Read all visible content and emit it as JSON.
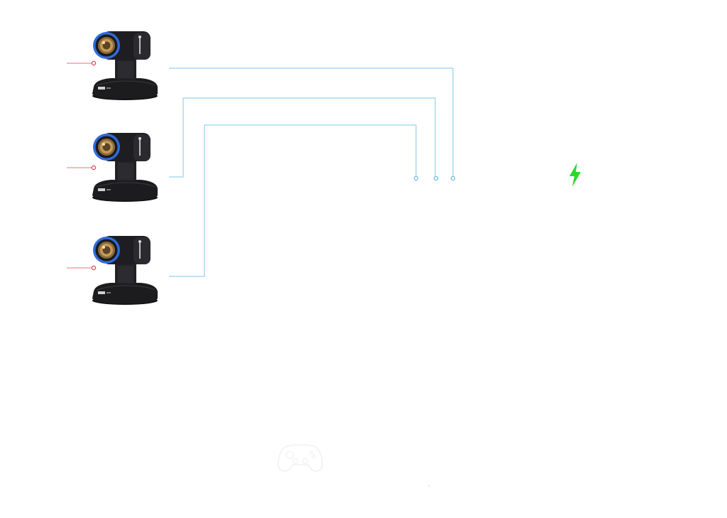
{
  "colors": {
    "cable": "#7cc7ea",
    "control_line": "#e8707a",
    "lens_ring": "#2f6bdc",
    "camera_body": "#1c1c1f",
    "power_icon": "#2bd82b",
    "gamepad": "#ededed"
  },
  "cameras": [
    {
      "name": "camera-1",
      "brand_label": ""
    },
    {
      "name": "camera-2",
      "brand_label": ""
    },
    {
      "name": "camera-3",
      "brand_label": ""
    }
  ],
  "icons": {
    "power": "lightning-bolt-icon",
    "controller": "gamepad-icon"
  }
}
